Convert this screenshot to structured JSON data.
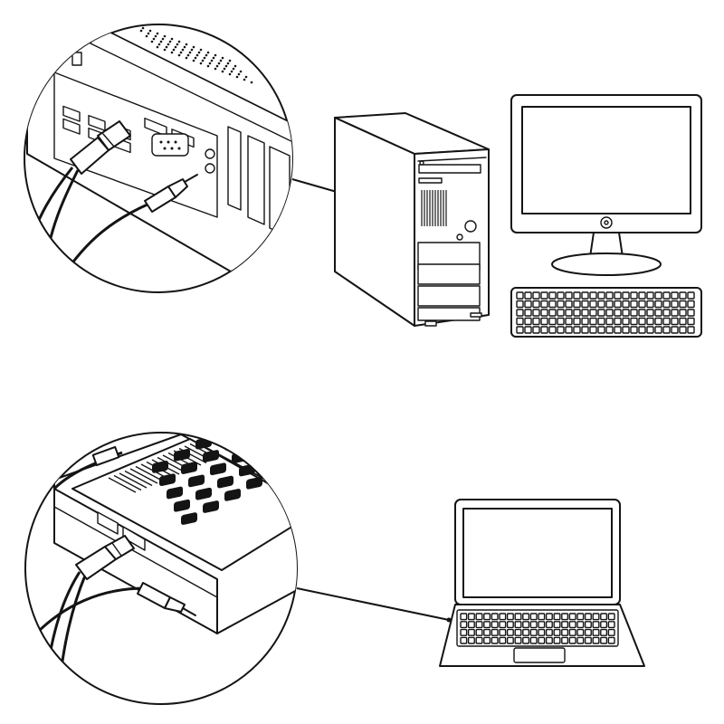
{
  "illustration": {
    "panels": [
      {
        "name": "desktop-connection",
        "callout": "desktop-rear-ports-zoom",
        "device": "desktop-computer"
      },
      {
        "name": "laptop-connection",
        "callout": "laptop-side-ports-zoom",
        "device": "laptop-computer"
      }
    ],
    "icons": [
      "usb-plug-icon",
      "audio-jack-icon",
      "tower-icon",
      "monitor-icon",
      "keyboard-icon",
      "laptop-icon"
    ],
    "colors": {
      "line": "#141414",
      "background": "#ffffff"
    }
  }
}
